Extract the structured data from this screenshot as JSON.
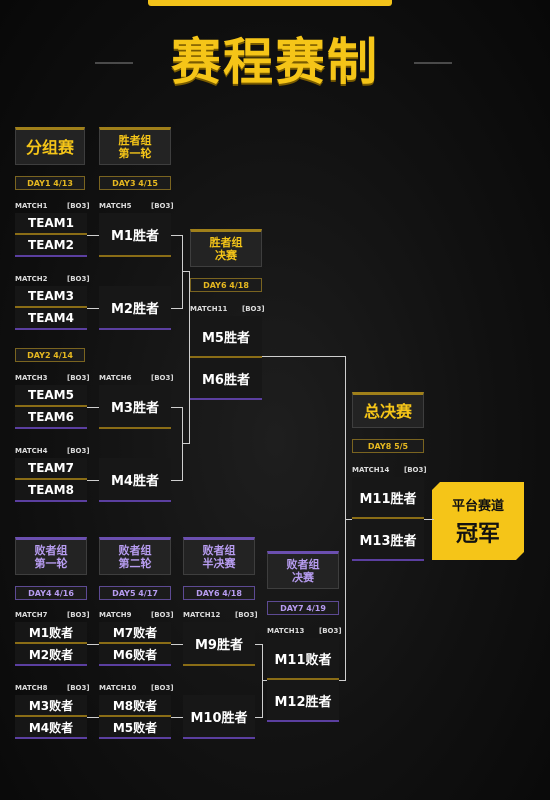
{
  "title": "赛程赛制",
  "champion": {
    "line1": "平台赛道",
    "line2": "冠军"
  },
  "headers": {
    "group_stage": "分组赛",
    "wb_round1_l1": "胜者组",
    "wb_round1_l2": "第一轮",
    "wb_final_l1": "胜者组",
    "wb_final_l2": "决赛",
    "grand_final": "总决赛",
    "lb_round1_l1": "败者组",
    "lb_round1_l2": "第一轮",
    "lb_round2_l1": "败者组",
    "lb_round2_l2": "第二轮",
    "lb_semi_l1": "败者组",
    "lb_semi_l2": "半决赛",
    "lb_final_l1": "败者组",
    "lb_final_l2": "决赛"
  },
  "days": {
    "d1": "DAY1  4/13",
    "d2": "DAY2  4/14",
    "d3": "DAY3  4/15",
    "d6a": "DAY6  4/18",
    "d8": "DAY8  5/5",
    "d4": "DAY4  4/16",
    "d5": "DAY5  4/17",
    "d6b": "DAY6  4/18",
    "d7": "DAY7  4/19"
  },
  "matches": {
    "m1": {
      "label": "MATCH1",
      "bo": "[BO3]",
      "a": "TEAM1",
      "b": "TEAM2"
    },
    "m2": {
      "label": "MATCH2",
      "bo": "[BO3]",
      "a": "TEAM3",
      "b": "TEAM4"
    },
    "m3": {
      "label": "MATCH3",
      "bo": "[BO3]",
      "a": "TEAM5",
      "b": "TEAM6"
    },
    "m4": {
      "label": "MATCH4",
      "bo": "[BO3]",
      "a": "TEAM7",
      "b": "TEAM8"
    },
    "m5": {
      "label": "MATCH5",
      "bo": "[BO3]",
      "a": "M1胜者",
      "b": "M2胜者"
    },
    "m6": {
      "label": "MATCH6",
      "bo": "[BO3]",
      "a": "M3胜者",
      "b": "M4胜者"
    },
    "m11": {
      "label": "MATCH11",
      "bo": "[BO3]",
      "a": "M5胜者",
      "b": "M6胜者"
    },
    "m14": {
      "label": "MATCH14",
      "bo": "[BO3]",
      "a": "M11胜者",
      "b": "M13胜者"
    },
    "m7": {
      "label": "MATCH7",
      "bo": "[BO3]",
      "a": "M1败者",
      "b": "M2败者"
    },
    "m8": {
      "label": "MATCH8",
      "bo": "[BO3]",
      "a": "M3败者",
      "b": "M4败者"
    },
    "m9": {
      "label": "MATCH9",
      "bo": "[BO3]",
      "a": "M7败者",
      "b": "M6败者"
    },
    "m10": {
      "label": "MATCH10",
      "bo": "[BO3]",
      "a": "M8败者",
      "b": "M5败者"
    },
    "m12": {
      "label": "MATCH12",
      "bo": "[BO3]",
      "a": "M9胜者",
      "b": "M10胜者"
    },
    "m13": {
      "label": "MATCH13",
      "bo": "[BO3]",
      "a": "M11败者",
      "b": "M12胜者"
    }
  },
  "colors": {
    "gold": "#f5c518",
    "purple": "#6b4fb0",
    "background": "#111111"
  }
}
